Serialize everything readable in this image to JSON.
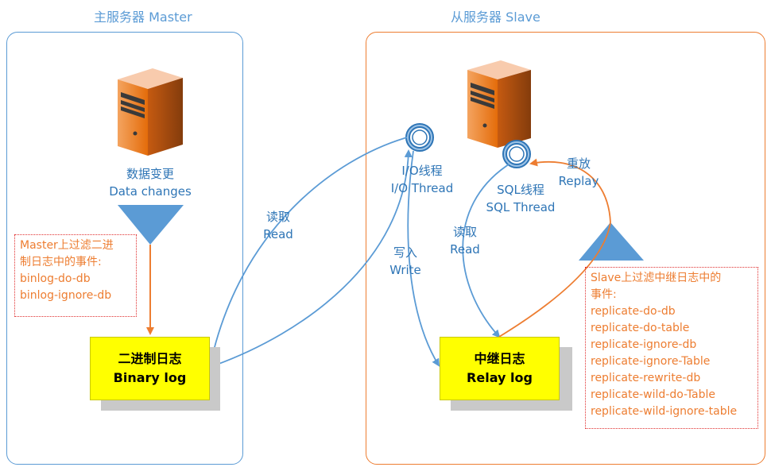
{
  "master": {
    "title": "主服务器 Master",
    "data_changes_cn": "数据变更",
    "data_changes_en": "Data changes",
    "filter_note": [
      "Master上过滤二进",
      "制日志中的事件:",
      "binlog-do-db",
      "binlog-ignore-db"
    ],
    "binlog_cn": "二进制日志",
    "binlog_en": "Binary log"
  },
  "read_left": {
    "cn": "读取",
    "en": "Read"
  },
  "slave": {
    "title": "从服务器 Slave",
    "io_thread_cn": "I/O线程",
    "io_thread_en": "I/O Thread",
    "sql_thread_cn": "SQL线程",
    "sql_thread_en": "SQL Thread",
    "write_cn": "写入",
    "write_en": "Write",
    "read_cn": "读取",
    "read_en": "Read",
    "replay_cn": "重放",
    "replay_en": "Replay",
    "relay_cn": "中继日志",
    "relay_en": "Relay log",
    "filter_note": [
      "Slave上过滤中继日志中的",
      "事件:",
      "replicate-do-db",
      "replicate-do-table",
      "replicate-ignore-db",
      "replicate-ignore-Table",
      "replicate-rewrite-db",
      "replicate-wild-do-Table",
      "replicate-wild-ignore-table"
    ]
  },
  "colors": {
    "master_border": "#5b9bd5",
    "slave_border": "#ed7d31",
    "arrow_blue": "#5b9bd5",
    "arrow_orange": "#ed7d31",
    "log_fill": "#ffff00",
    "triangle": "#5b9bd5",
    "server": "#e46c0a"
  },
  "icons": [
    "server-icon",
    "thread-ring-icon",
    "triangle-icon"
  ]
}
